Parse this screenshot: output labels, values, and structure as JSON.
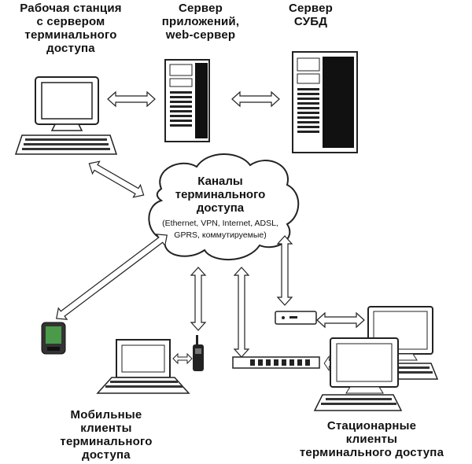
{
  "labels": {
    "workstation": "Рабочая станция\nс сервером\nтерминального\nдоступа",
    "app_server": "Сервер\nприложений,\nweb-сервер",
    "db_server": "Сервер\nСУБД",
    "mobile_clients": "Мобильные\nклиенты\nтерминального\nдоступа",
    "stationary_clients": "Стационарные\nклиенты\nтерминального доступа"
  },
  "cloud": {
    "title": "Каналы\nтерминального\nдоступа",
    "subtitle": "(Ethernet, VPN, Internet, ADSL,\nGPRS, коммутируемые)"
  }
}
